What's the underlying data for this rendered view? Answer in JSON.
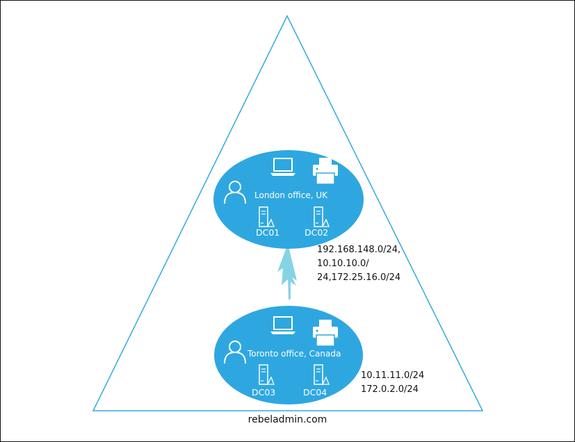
{
  "diagram": {
    "colors": {
      "triangle_stroke": "#33aadd",
      "site_fill": "#2ea7e0",
      "link_color": "#86d3e4",
      "icon_white": "#ffffff"
    },
    "sites": [
      {
        "name": "London office, UK",
        "controllers": [
          "DC01",
          "DC02"
        ],
        "icons": [
          "user-icon",
          "laptop-icon",
          "printer-icon",
          "server-icon"
        ],
        "subnets": [
          "192.168.148.0/24,",
          "10.10.10.0/",
          "24,172.25.16.0/24"
        ]
      },
      {
        "name": "Toronto office, Canada",
        "controllers": [
          "DC03",
          "DC04"
        ],
        "icons": [
          "user-icon",
          "laptop-icon",
          "printer-icon",
          "server-icon"
        ],
        "subnets": [
          "10.11.11.0/24",
          "172.0.2.0/24"
        ]
      }
    ],
    "link_icon": "lightning-link-icon",
    "footer": "rebeladmin.com"
  }
}
